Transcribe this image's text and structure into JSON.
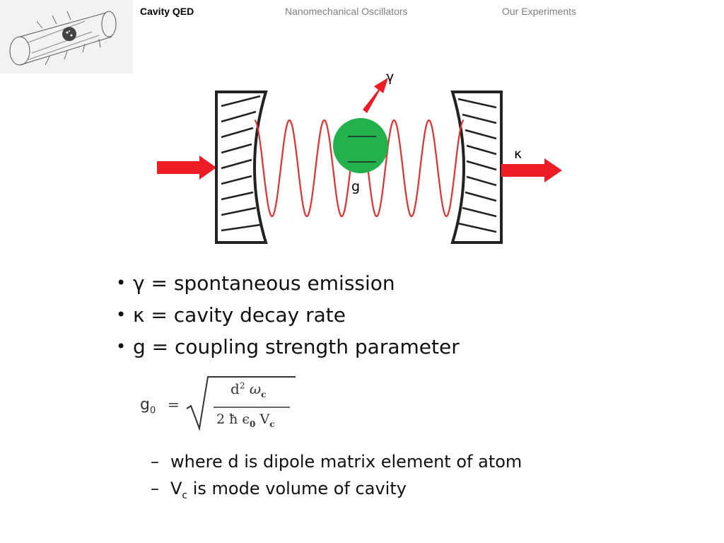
{
  "nav": {
    "items": [
      "Cavity QED",
      "Nanomechanical Oscillators",
      "Our Experiments"
    ],
    "active_index": 0
  },
  "diagram": {
    "gamma_label": "γ",
    "kappa_label": "κ",
    "g_label": "g"
  },
  "bullets": [
    "γ = spontaneous emission",
    "κ = cavity decay rate",
    " g = coupling strength parameter"
  ],
  "formula": {
    "lhs": "g",
    "lhs_sub": "0",
    "equals": "=",
    "num_d": "d",
    "num_d_sup": "2",
    "num_omega": "ω",
    "num_omega_sub": "c",
    "den_prefix": "2 ħ ϵ",
    "den_eps_sub": "0",
    "den_v": "V",
    "den_v_sub": "c"
  },
  "sub_bullets": {
    "line1": "where d is dipole matrix element of atom",
    "line2_v": "V",
    "line2_sub": "c",
    "line2_rest": " is mode volume of cavity"
  },
  "colors": {
    "arrow": "#ee1c25",
    "wave": "#e03030",
    "atom": "#22b14c",
    "mirror_stroke": "#222222"
  }
}
